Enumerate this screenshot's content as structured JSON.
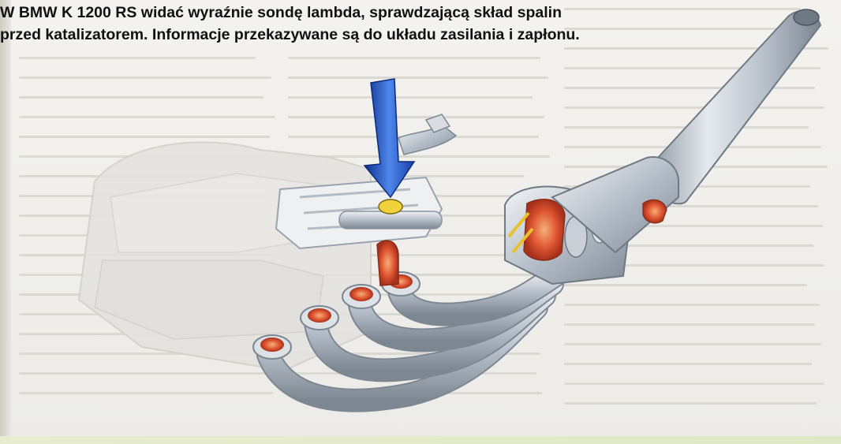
{
  "caption": {
    "line1": "W BMW K 1200 RS widać wyraźnie sondę lambda, sprawdzającą skład spalin",
    "line2": "przed katalizatorem. Informacje przekazywane są do układu zasilania i zapłonu."
  },
  "illustration": {
    "subject": "exhaust-system-diagram",
    "colors": {
      "metal": "#b9c2cc",
      "metal_dark": "#7d8792",
      "hot_interior": "#d9462a",
      "arrow_blue": "#1f4fc9",
      "engine_ghost": "#e1e0dd"
    }
  }
}
